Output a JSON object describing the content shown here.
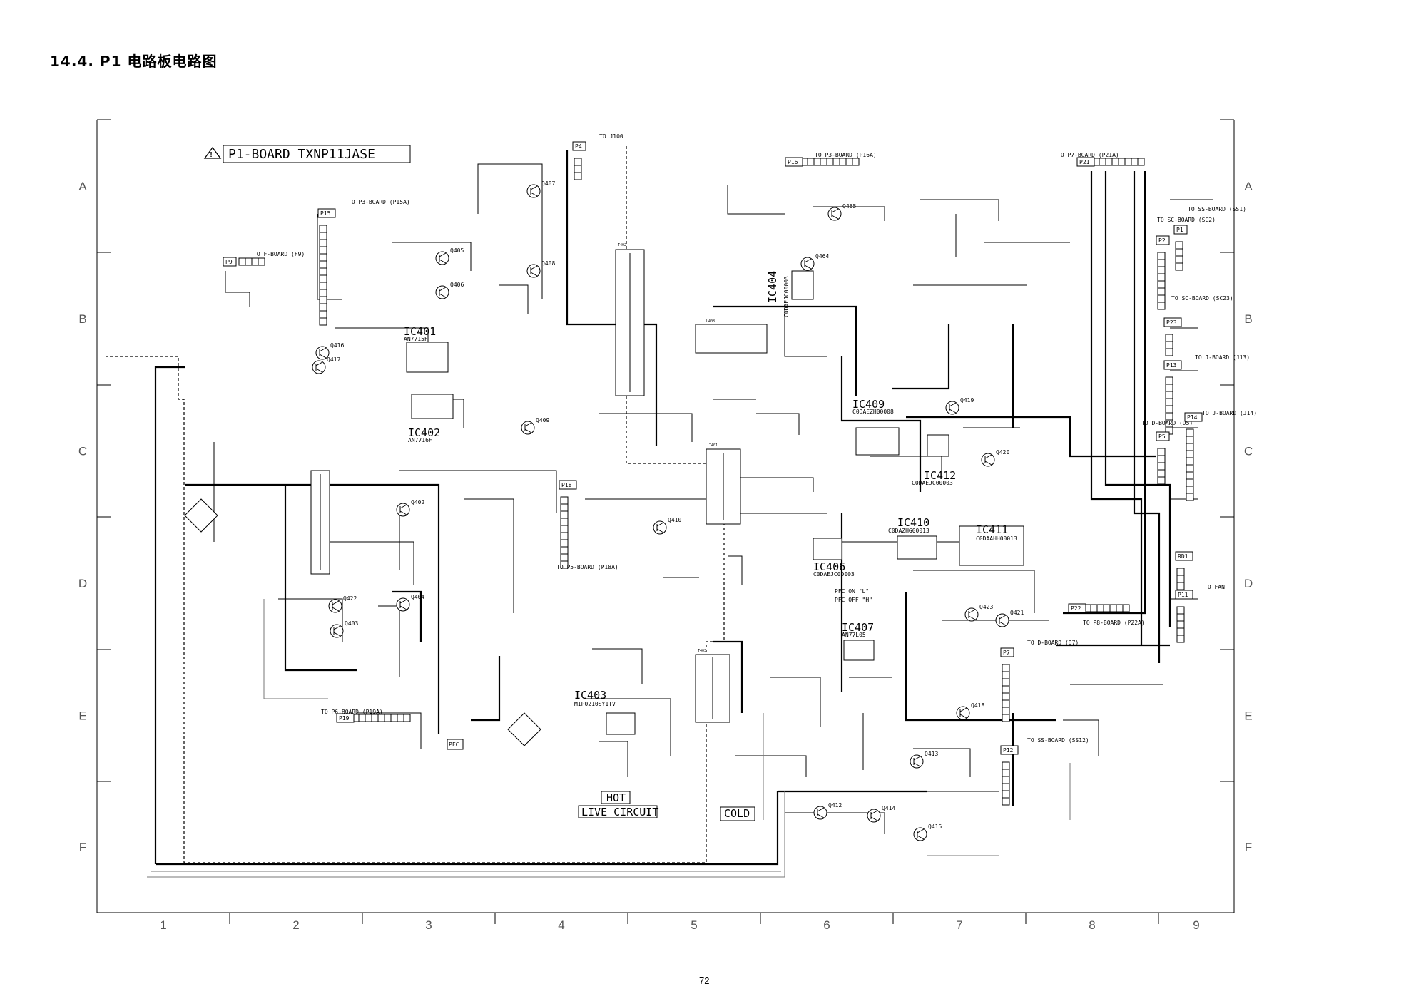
{
  "page": {
    "title": "14.4.  P1 电路板电路图",
    "page_number": "72"
  },
  "diagram": {
    "board_title": "P1-BOARD    TXNP11JASE",
    "grid_columns": [
      "1",
      "2",
      "3",
      "4",
      "5",
      "6",
      "7",
      "8",
      "9"
    ],
    "grid_rows": [
      "A",
      "B",
      "C",
      "D",
      "E",
      "F"
    ],
    "ics": [
      {
        "id": "ic401",
        "name": "IC401",
        "part": "AN7715F"
      },
      {
        "id": "ic402",
        "name": "IC402",
        "part": "AN7716F"
      },
      {
        "id": "ic403",
        "name": "IC403",
        "part": "MIP0210SY1TV"
      },
      {
        "id": "ic404",
        "name": "IC404",
        "part": "C0DAEJC00003"
      },
      {
        "id": "ic406",
        "name": "IC406",
        "part": "C0DAEJC00003"
      },
      {
        "id": "ic407",
        "name": "IC407",
        "part": "AN77L05"
      },
      {
        "id": "ic409",
        "name": "IC409",
        "part": "C0DAEZH00008"
      },
      {
        "id": "ic410",
        "name": "IC410",
        "part": "C0DAZHG00013"
      },
      {
        "id": "ic411",
        "name": "IC411",
        "part": "C0DAAHH00013"
      },
      {
        "id": "ic412",
        "name": "IC412",
        "part": "C0DAEJC00003"
      }
    ],
    "connectors": [
      {
        "id": "p15",
        "pin": "P15",
        "label": "TO P3-BOARD (P15A)"
      },
      {
        "id": "p9",
        "pin": "P9",
        "label": "TO F-BOARD (F9)"
      },
      {
        "id": "p4",
        "pin": "P4",
        "label": "TO J100"
      },
      {
        "id": "p16",
        "pin": "P16",
        "label": "TO P3-BOARD (P16A)"
      },
      {
        "id": "p21",
        "pin": "P21",
        "label": "TO P7-BOARD (P21A)"
      },
      {
        "id": "p1",
        "pin": "P1",
        "label": "TO SS-BOARD (SS1)"
      },
      {
        "id": "p2",
        "pin": "P2",
        "label": "TO SC-BOARD (SC2)"
      },
      {
        "id": "p23",
        "pin": "P23",
        "label": "TO SC-BOARD (SC23)"
      },
      {
        "id": "p13",
        "pin": "P13",
        "label": "TO J-BOARD (J13)"
      },
      {
        "id": "p14",
        "pin": "P14",
        "label": "TO J-BOARD (J14)"
      },
      {
        "id": "p5",
        "pin": "P5",
        "label": "TO D-BOARD (D5)"
      },
      {
        "id": "p18",
        "pin": "P18",
        "label": "TO P5-BOARD (P18A)"
      },
      {
        "id": "p22",
        "pin": "P22",
        "label": "TO P8-BOARD (P22A)"
      },
      {
        "id": "p11",
        "pin": "P11",
        "label": "TO FAN"
      },
      {
        "id": "rd1",
        "pin": "RD1",
        "label": ""
      },
      {
        "id": "p7",
        "pin": "P7",
        "label": "TO D-BOARD (D7)"
      },
      {
        "id": "p12",
        "pin": "P12",
        "label": "TO SS-BOARD (SS12)"
      },
      {
        "id": "p19",
        "pin": "P19",
        "label": "TO P6-BOARD (P19A)"
      }
    ],
    "annotations": {
      "hot": "HOT",
      "live_circuit": "LIVE CIRCUIT",
      "cold": "COLD",
      "pfc": "PFC",
      "pfc_on": "PFC ON \"L\"",
      "pfc_off": "PFC OFF \"H\""
    },
    "transistors": [
      "Q405",
      "Q406",
      "Q407",
      "Q408",
      "Q416",
      "Q417",
      "Q402",
      "Q403",
      "Q404",
      "Q422",
      "Q409",
      "Q410",
      "Q412",
      "Q413",
      "Q414",
      "Q415",
      "Q418",
      "Q419",
      "Q420",
      "Q421",
      "Q423",
      "Q464",
      "Q465"
    ]
  }
}
